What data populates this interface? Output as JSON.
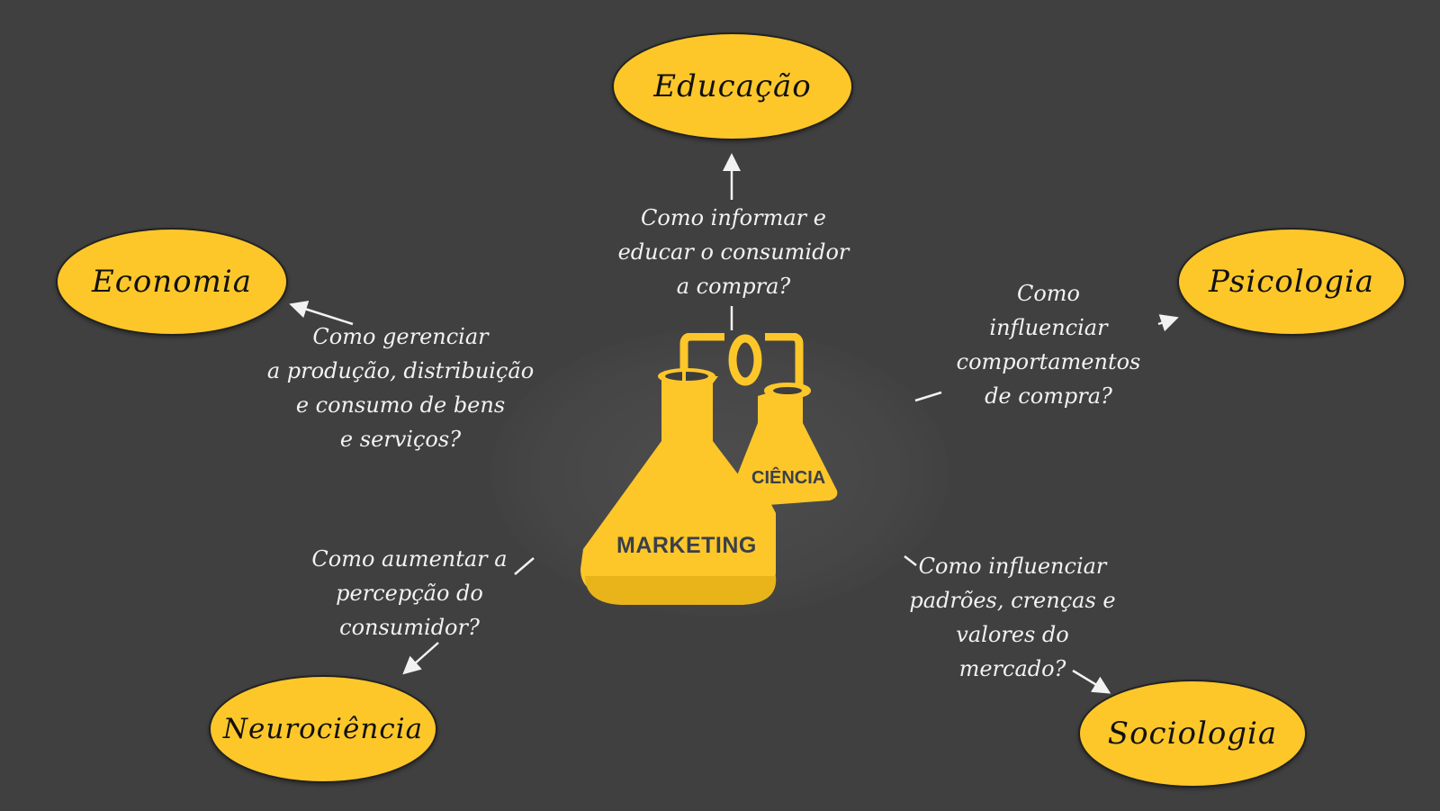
{
  "diagram": {
    "background_color": "#404040",
    "node_color": "#fdc72a",
    "center": {
      "large_flask_label": "MARKETING",
      "small_flask_label": "CIÊNCIA",
      "icon": "chemistry-flasks-icon"
    },
    "nodes": [
      {
        "id": "educacao",
        "label": "Educação"
      },
      {
        "id": "economia",
        "label": "Economia"
      },
      {
        "id": "psicologia",
        "label": "Psicologia"
      },
      {
        "id": "neurociencia",
        "label": "Neurociência"
      },
      {
        "id": "sociologia",
        "label": "Sociologia"
      }
    ],
    "questions": [
      {
        "target": "educacao",
        "text": "Como informar e\neducar o consumidor\na compra?"
      },
      {
        "target": "economia",
        "text": "Como gerenciar\na produção, distribuição\ne consumo de bens\ne serviços?"
      },
      {
        "target": "psicologia",
        "text": "Como\ninfluenciar\ncomportamentos\nde compra?"
      },
      {
        "target": "neurociencia",
        "text": "Como aumentar a\npercepção do\nconsumidor?"
      },
      {
        "target": "sociologia",
        "text": "Como influenciar\npadrões, crenças e\nvalores do\nmercado?"
      }
    ]
  }
}
